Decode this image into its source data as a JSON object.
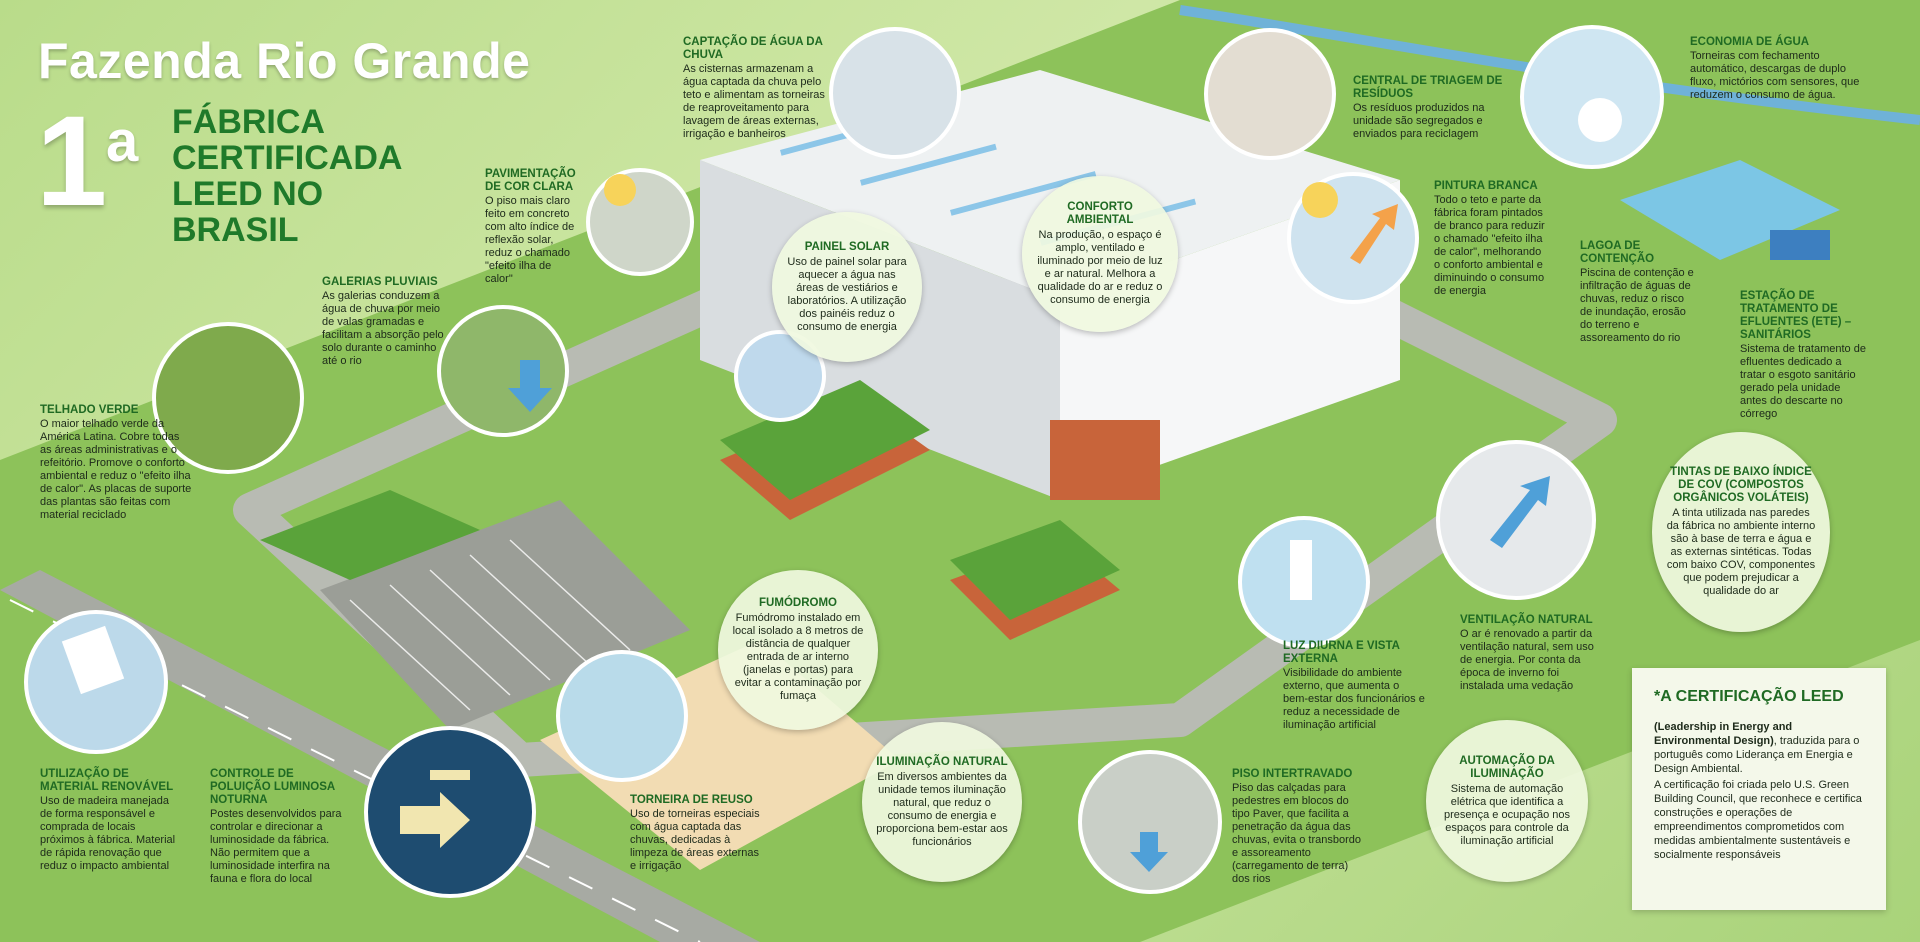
{
  "header": {
    "title": "Fazenda Rio Grande",
    "number": "1",
    "superscript": "a",
    "subtitle_lines": [
      "FÁBRICA",
      "CERTIFICADA",
      "LEED NO",
      "BRASIL"
    ]
  },
  "labels": {
    "captacao": {
      "title": "CAPTAÇÃO DE ÁGUA DA CHUVA",
      "body": "As cisternas armazenam a água captada da chuva pelo teto e alimentam as torneiras de reaproveitamento para lavagem de áreas externas, irrigação e banheiros"
    },
    "pavimentacao": {
      "title": "PAVIMENTAÇÃO DE COR CLARA",
      "body": "O piso mais claro feito em concreto com alto índice de reflexão solar, reduz o chamado \"efeito ilha de calor\""
    },
    "galerias": {
      "title": "GALERIAS PLUVIAIS",
      "body": "As galerias conduzem a água de chuva por meio de valas gramadas e facilitam a absorção pelo solo durante o caminho até o rio"
    },
    "telhado": {
      "title": "TELHADO VERDE",
      "body": "O maior telhado verde da América Latina. Cobre todas as áreas administrativas e o refeitório. Promove o conforto ambiental e reduz o \"efeito ilha de calor\". As placas de suporte das plantas são feitas com material reciclado"
    },
    "central": {
      "title": "CENTRAL DE TRIAGEM DE RESÍDUOS",
      "body": "Os resíduos produzidos na unidade são segregados e enviados para reciclagem"
    },
    "economia": {
      "title": "ECONOMIA DE ÁGUA",
      "body": "Torneiras com fechamento automático, descargas de duplo fluxo, mictórios com sensores, que reduzem o consumo de água."
    },
    "pintura": {
      "title": "PINTURA BRANCA",
      "body": "Todo o teto e parte da fábrica foram pintados de branco para reduzir o chamado \"efeito ilha de calor\", melhorando o conforto ambiental e diminuindo o consumo de energia"
    },
    "lagoa": {
      "title": "LAGOA DE CONTENÇÃO",
      "body": "Piscina de contenção e infiltração de águas de chuvas, reduz o risco de inundação, erosão do terreno e assoreamento do rio"
    },
    "estacao": {
      "title": "ESTAÇÃO DE TRATAMENTO DE EFLUENTES (ETE) – SANITÁRIOS",
      "body": "Sistema de tratamento de efluentes dedicado a tratar o esgoto sanitário gerado pela unidade antes do descarte no córrego"
    },
    "ventilacao": {
      "title": "VENTILAÇÃO NATURAL",
      "body": "O ar é renovado a partir da ventilação natural, sem uso de energia. Por conta da época de inverno foi instalada uma vedação"
    },
    "luz": {
      "title": "LUZ DIURNA E VISTA EXTERNA",
      "body": "Visibilidade do ambiente externo, que aumenta o bem-estar dos funcionários e reduz a necessidade de iluminação artificial"
    },
    "piso": {
      "title": "PISO INTERTRAVADO",
      "body": "Piso das calçadas para pedestres em blocos do tipo Paver, que facilita a penetração da água das chuvas, evita o transbordo e assoreamento (carregamento de terra) dos rios"
    },
    "torneira": {
      "title": "TORNEIRA DE REUSO",
      "body": "Uso de torneiras especiais com água captada das chuvas, dedicadas à limpeza de áreas externas e irrigação"
    },
    "utilizacao": {
      "title": "UTILIZAÇÃO DE MATERIAL RENOVÁVEL",
      "body": "Uso de madeira manejada de forma responsável e comprada de locais próximos à fábrica. Material de rápida renovação que reduz o impacto ambiental"
    },
    "controle": {
      "title": "CONTROLE DE POLUIÇÃO LUMINOSA NOTURNA",
      "body": "Postes desenvolvidos para controlar e direcionar a luminosidade da fábrica. Não permitem que a luminosidade interfira na fauna e flora do local"
    }
  },
  "circles": {
    "painel": {
      "title": "PAINEL SOLAR",
      "body": "Uso de painel solar para aquecer a água nas áreas de vestiários e laboratórios. A utilização dos painéis reduz o consumo de energia"
    },
    "conforto": {
      "title": "CONFORTO AMBIENTAL",
      "body": "Na produção, o espaço é amplo, ventilado e iluminado por meio de luz e ar natural. Melhora a qualidade do ar e reduz o consumo de energia"
    },
    "fumodromo": {
      "title": "FUMÓDROMO",
      "body": "Fumódromo instalado em local isolado a 8 metros de distância de qualquer entrada de ar interno (janelas e portas) para evitar a contaminação por fumaça"
    },
    "iluminacao": {
      "title": "ILUMINAÇÃO NATURAL",
      "body": "Em diversos ambientes da unidade temos iluminação natural, que reduz o consumo de energia e proporciona bem-estar aos funcionários"
    },
    "tintas": {
      "title": "TINTAS DE BAIXO ÍNDICE DE COV (COMPOSTOS ORGÂNICOS VOLÁTEIS)",
      "body": "A tinta utilizada nas paredes da fábrica no ambiente interno são à base de terra e água e as externas sintéticas. Todas com baixo COV, componentes que podem prejudicar a qualidade do ar"
    },
    "automacao": {
      "title": "AUTOMAÇÃO DA ILUMINAÇÃO",
      "body": "Sistema de automação elétrica que identifica a presença e ocupação nos espaços para controle da iluminação artificial"
    }
  },
  "leed": {
    "heading": "*A CERTIFICAÇÃO LEED",
    "bold": "(Leadership in Energy and Environmental Design)",
    "rest": ", traduzida para o português como Liderança em Energia e Design Ambiental.",
    "p2": "A certificação foi criada pelo U.S. Green Building Council, que reconhece e certifica construções e operações de empreendimentos comprometidos com medidas ambientalmente sustentáveis e socialmente responsáveis"
  },
  "colors": {
    "accent_green": "#1f7a2a",
    "label_green": "#1f6a23",
    "grass": "#7fb34a",
    "road": "#b4b7b0",
    "brick": "#c8643a"
  }
}
